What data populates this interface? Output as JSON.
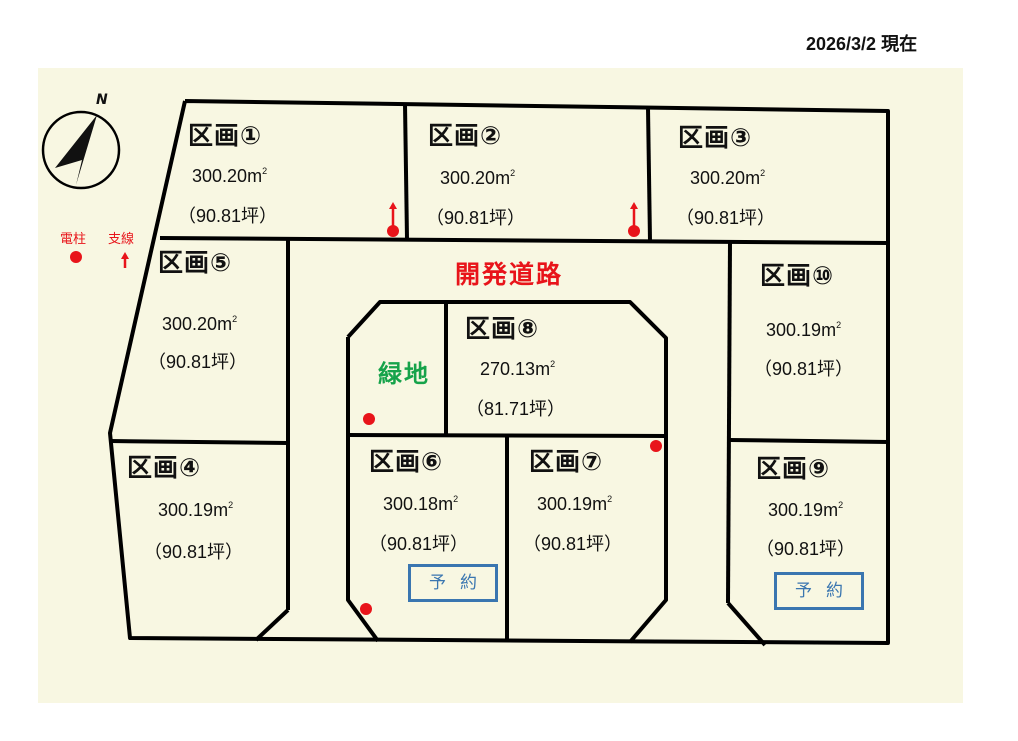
{
  "header": {
    "date_label": "2026/3/2 現在"
  },
  "compass": {
    "north_label": "N"
  },
  "legend": {
    "items": [
      {
        "label": "電柱",
        "symbol": "red-dot"
      },
      {
        "label": "支線",
        "symbol": "red-arrow"
      }
    ]
  },
  "road": {
    "label": "開発道路"
  },
  "green_space": {
    "label": "緑地"
  },
  "reserved_label": "予約",
  "colors": {
    "background": "#f8f7e2",
    "road_text": "#e8141a",
    "green_text": "#16a34a",
    "reserved": "#3a76b0",
    "marker": "#e8141a"
  },
  "lots": [
    {
      "id": 1,
      "title": "区画①",
      "area": "300.20",
      "unit": "m",
      "tsubo": "（90.81坪）",
      "reserved": false
    },
    {
      "id": 2,
      "title": "区画②",
      "area": "300.20",
      "unit": "m",
      "tsubo": "（90.81坪）",
      "reserved": false
    },
    {
      "id": 3,
      "title": "区画③",
      "area": "300.20",
      "unit": "m",
      "tsubo": "（90.81坪）",
      "reserved": false
    },
    {
      "id": 4,
      "title": "区画④",
      "area": "300.19",
      "unit": "m",
      "tsubo": "（90.81坪）",
      "reserved": false
    },
    {
      "id": 5,
      "title": "区画⑤",
      "area": "300.20",
      "unit": "m",
      "tsubo": "（90.81坪）",
      "reserved": false
    },
    {
      "id": 6,
      "title": "区画⑥",
      "area": "300.18",
      "unit": "m",
      "tsubo": "（90.81坪）",
      "reserved": true
    },
    {
      "id": 7,
      "title": "区画⑦",
      "area": "300.19",
      "unit": "m",
      "tsubo": "（90.81坪）",
      "reserved": false
    },
    {
      "id": 8,
      "title": "区画⑧",
      "area": "270.13",
      "unit": "m",
      "tsubo": "（81.71坪）",
      "reserved": false
    },
    {
      "id": 9,
      "title": "区画⑨",
      "area": "300.19",
      "unit": "m",
      "tsubo": "（90.81坪）",
      "reserved": true
    },
    {
      "id": 10,
      "title": "区画⑩",
      "area": "300.19",
      "unit": "m",
      "tsubo": "（90.81坪）",
      "reserved": false
    }
  ]
}
